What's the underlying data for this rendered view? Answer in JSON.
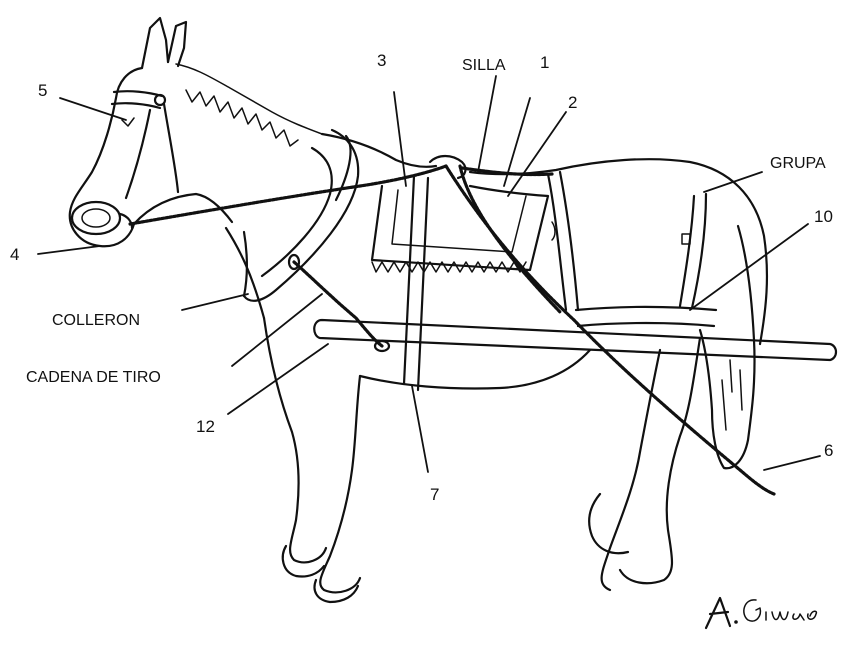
{
  "labels": {
    "n3": "3",
    "silla": "SILLA",
    "n1": "1",
    "n2": "2",
    "n5": "5",
    "grupa": "GRUPA",
    "n10": "10",
    "n4": "4",
    "colleron": "COLLERON",
    "cadena_de_tiro": "CADENA DE TIRO",
    "n12": "12",
    "n7": "7",
    "n6": "6"
  },
  "signature": "A. Gimeno"
}
